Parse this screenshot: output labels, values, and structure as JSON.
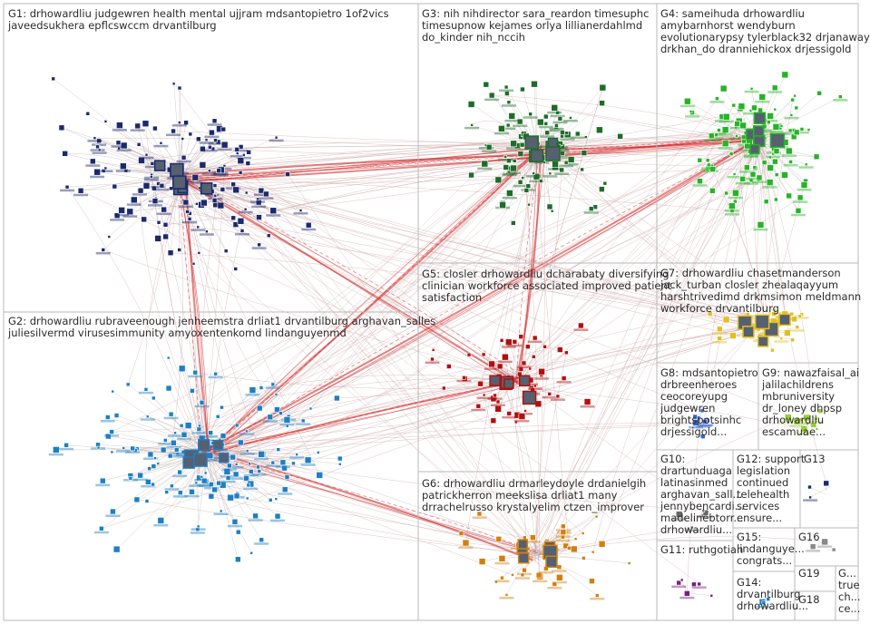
{
  "groups": [
    {
      "id": "G1",
      "lines": [
        "G1: drhowardliu judgewren health mental ujjram mdsantopietro 1of2vics",
        "javeedsukhera epflcswccm drvantilburg"
      ],
      "color": "#1b2a6b"
    },
    {
      "id": "G2",
      "lines": [
        "G2: drhowardliu rubraveenough jenheemstra drliat1 drvantilburg arghavan_salles",
        "juliesilvermd virusesimmunity amyoxentenkomd lindanguyenmd"
      ],
      "color": "#1e7fc1"
    },
    {
      "id": "G3",
      "lines": [
        "G3: nih nihdirector sara_reardon timesuphc",
        "timesupnow kejames orlya lillianerdahlmd",
        "do_kinder nih_nccih"
      ],
      "color": "#1f6b2a"
    },
    {
      "id": "G4",
      "lines": [
        "G4: sameihuda drhowardliu",
        "amybarnhorst wendyburn",
        "evolutionarypsy tylerblack32 drjanaway",
        "drkhan_do dranniehickox drjessigold"
      ],
      "color": "#27b327"
    },
    {
      "id": "G5",
      "lines": [
        "G5: closler drhowardliu dcharabaty diversifying",
        "clinician workforce associated improved patient",
        "satisfaction"
      ],
      "color": "#b01010"
    },
    {
      "id": "G6",
      "lines": [
        "G6: drhowardliu drmarleydoyle drdanielgih",
        "patrickherron meekslisa drliat1 many",
        "drrachelrusso krystalyelim ctzen_improver"
      ],
      "color": "#d08010"
    },
    {
      "id": "G7",
      "lines": [
        "G7: drhowardliu chasetmanderson",
        "jack_turban closler zhealaqayyum",
        "harshtrivedimd drkmsimon meldmann",
        "workforce drvantilburg"
      ],
      "color": "#e0c020"
    },
    {
      "id": "G8",
      "lines": [
        "G8: mdsantopietro",
        "drbreenheroes",
        "ceocoreyupg",
        "judgewren",
        "brightspotsinhc",
        "drjessigold..."
      ],
      "color": "#3366cc"
    },
    {
      "id": "G9",
      "lines": [
        "G9: nawazfaisal_ai",
        "jalilachildrens",
        "mbruniversity",
        "dr_loney dhpsp",
        "drhowardliu",
        "escamuae..."
      ],
      "color": "#99cc33"
    },
    {
      "id": "G10",
      "lines": [
        "G10:",
        "drartunduaga",
        "latinasinmed",
        "arghavan_sall...",
        "jennybencardi...",
        "madelinebtorr...",
        "drhowardliu..."
      ],
      "color": "#666666"
    },
    {
      "id": "G12",
      "lines": [
        "G12: support",
        "legislation",
        "continued",
        "telehealth",
        "services",
        "ensure..."
      ],
      "color": "#888888"
    },
    {
      "id": "G13",
      "lines": [
        "G13"
      ],
      "color": "#1b2a6b"
    },
    {
      "id": "G11",
      "lines": [
        "G11: ruthgotian"
      ],
      "color": "#7a1f7a"
    },
    {
      "id": "G15",
      "lines": [
        "G15:",
        "lindanguye...",
        "congrats..."
      ],
      "color": "#888888"
    },
    {
      "id": "G16",
      "lines": [
        "G16"
      ],
      "color": "#888888"
    },
    {
      "id": "G14",
      "lines": [
        "G14:",
        "drvantilburg",
        "drhowardliu..."
      ],
      "color": "#1e7fc1"
    },
    {
      "id": "G19",
      "lines": [
        "G19"
      ],
      "color": "#888888"
    },
    {
      "id": "G18",
      "lines": [
        "G18"
      ],
      "color": "#888888"
    },
    {
      "id": "G17",
      "lines": [
        "G...",
        "true",
        "ch...",
        "ce..."
      ],
      "color": "#888888"
    }
  ],
  "colors": {
    "edge": "#c9a0a0",
    "edge_strong": "#d22020",
    "panel_border": "#b9b9b9",
    "background": "#ffffff"
  }
}
